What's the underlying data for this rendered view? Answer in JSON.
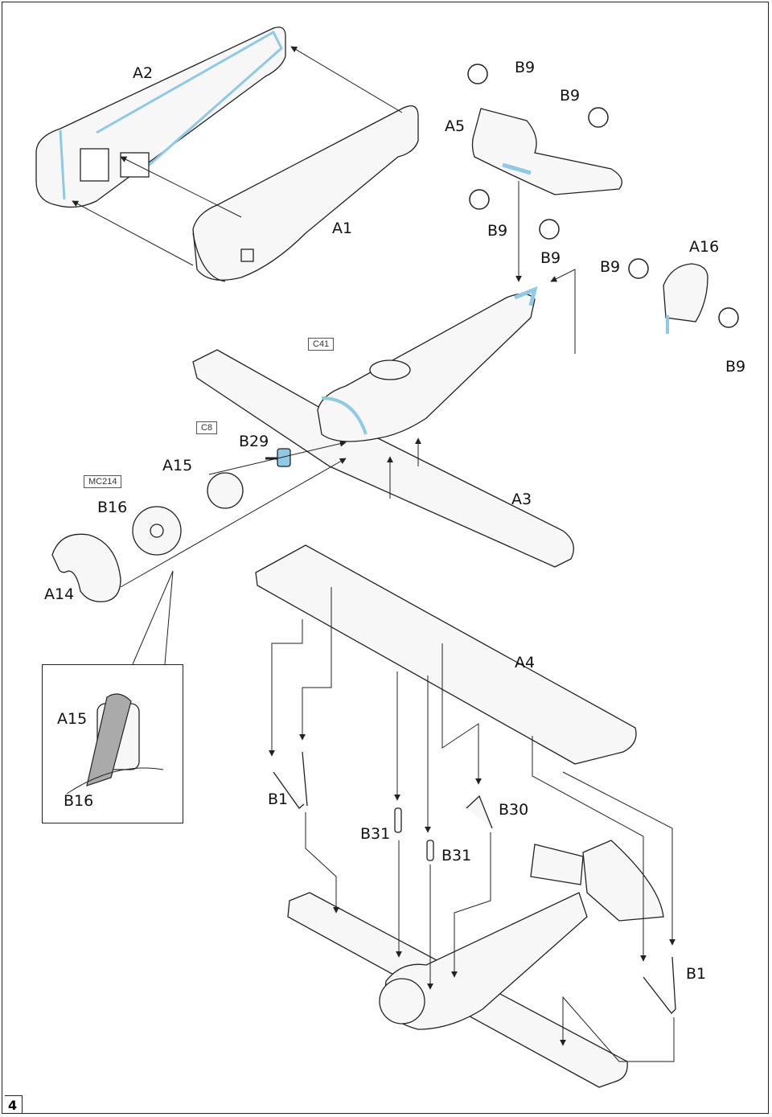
{
  "page_number": "4",
  "colors": {
    "accent_blue": "#8ec9e6",
    "line": "#222222",
    "fill": "#f7f7f7"
  },
  "parts": {
    "A1": "A1",
    "A2": "A2",
    "A3": "A3",
    "A4": "A4",
    "A5": "A5",
    "A14": "A14",
    "A15": "A15",
    "A16": "A16",
    "B1": "B1",
    "B9": "B9",
    "B16": "B16",
    "B29": "B29",
    "B30": "B30",
    "B31": "B31"
  },
  "boxed_refs": {
    "C41": "C41",
    "C8": "C8",
    "MC214": "MC214"
  },
  "inset": {
    "label_a15": "A15",
    "label_b16": "B16"
  }
}
